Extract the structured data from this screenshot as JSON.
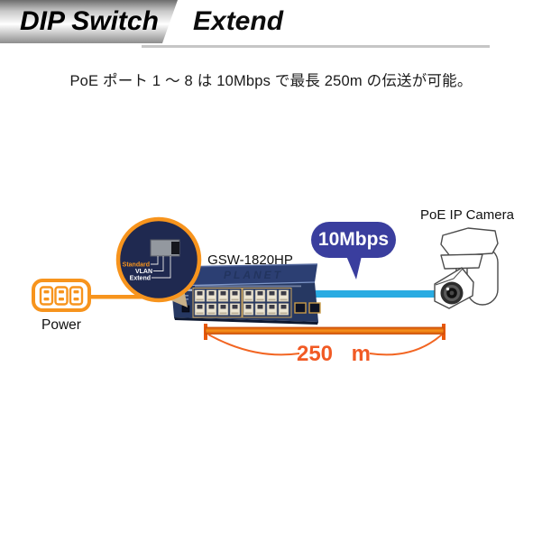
{
  "header": {
    "segment1": "DIP Switch",
    "segment2": "Extend"
  },
  "subtitle": "PoE ポート 1 ～ 8 は 10Mbps で最長 250m の伝送が可能。",
  "diagram": {
    "power": {
      "label": "Power"
    },
    "switch": {
      "model": "GSW-1820HP",
      "brand": "PLANET"
    },
    "magnifier": {
      "dip_positions": [
        "Standard",
        "VLAN",
        "Extend"
      ]
    },
    "bubble": {
      "label": "10Mbps"
    },
    "camera": {
      "label": "PoE IP Camera"
    },
    "distance": {
      "label": "250 m"
    }
  },
  "colors": {
    "accent_orange": "#f7941d",
    "deep_orange": "#e8590c",
    "distance_text_orange": "#f15a24",
    "cable_blue": "#29abe2",
    "bubble_blue": "#3a3e9e",
    "switch_navy": "#263862",
    "magnifier_navy": "#1f2950"
  }
}
